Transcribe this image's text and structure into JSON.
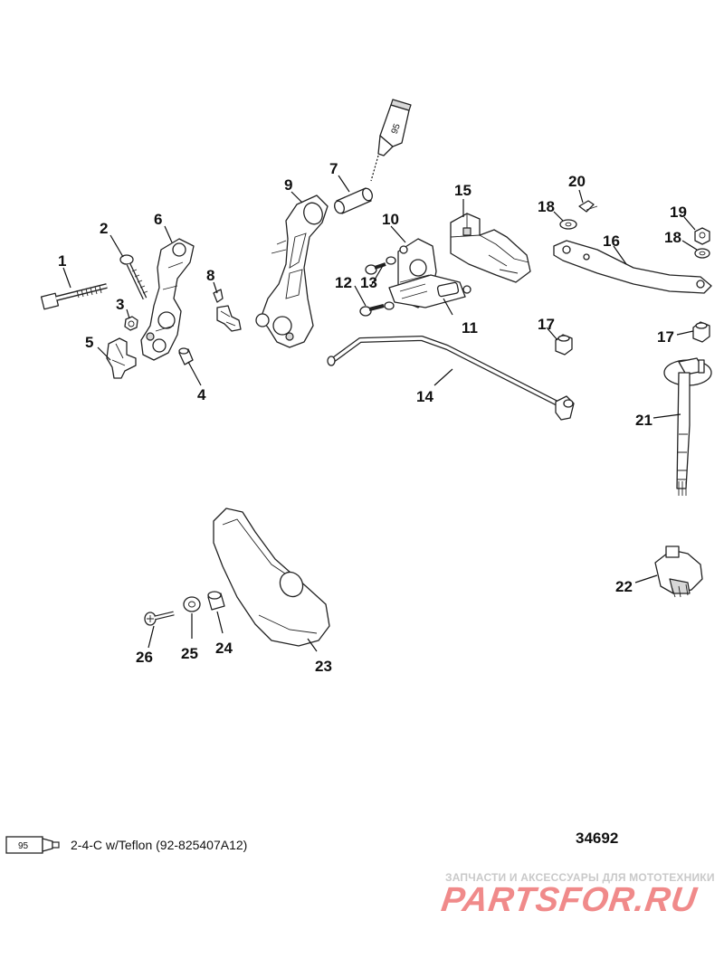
{
  "callouts": [
    "1",
    "2",
    "3",
    "4",
    "5",
    "6",
    "7",
    "8",
    "9",
    "10",
    "11",
    "12",
    "13",
    "14",
    "15",
    "16",
    "17",
    "17",
    "18",
    "18",
    "19",
    "20",
    "21",
    "22",
    "23",
    "24",
    "25",
    "26"
  ],
  "tube_label": "95",
  "legend": {
    "tube_label": "95",
    "text": "2-4-C w/Teflon (92-825407A12)"
  },
  "diagram_number": "34692",
  "watermark": {
    "tagline": "ЗАПЧАСТИ И АКСЕССУАРЫ ДЛЯ МОТОТЕХНИКИ",
    "logo": "PARTSFOR.RU"
  }
}
